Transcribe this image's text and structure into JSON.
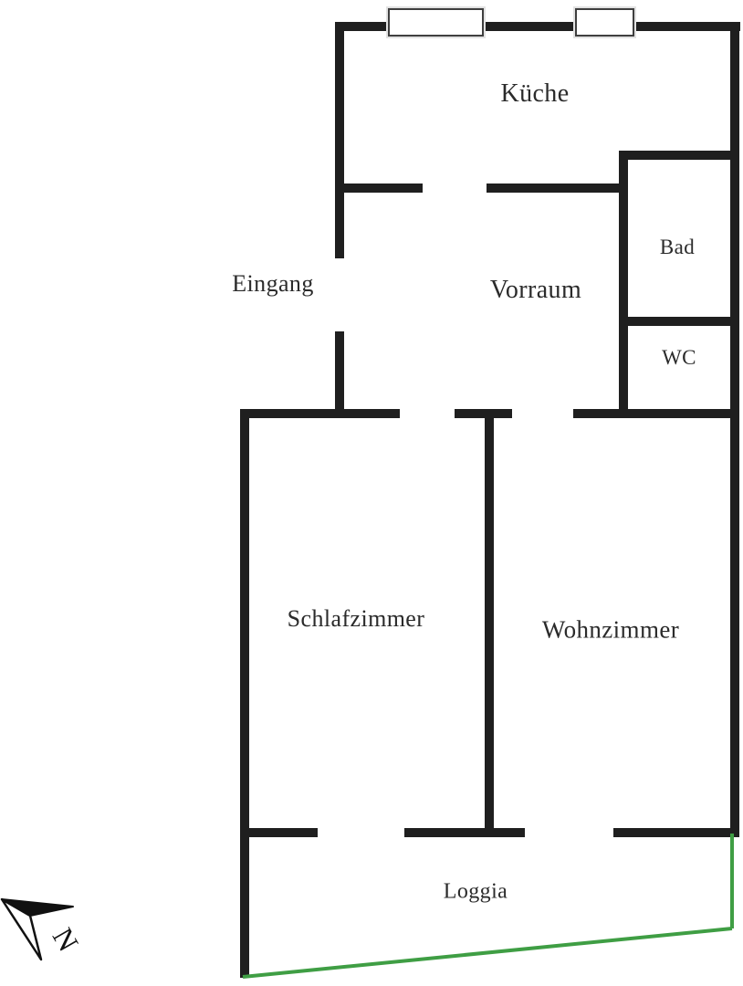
{
  "floorplan": {
    "rooms": {
      "kueche": {
        "label": "Küche"
      },
      "eingang": {
        "label": "Eingang"
      },
      "vorraum": {
        "label": "Vorraum"
      },
      "bad": {
        "label": "Bad"
      },
      "wc": {
        "label": "WC"
      },
      "schlafzimmer": {
        "label": "Schlafzimmer"
      },
      "wohnzimmer": {
        "label": "Wohnzimmer"
      },
      "loggia": {
        "label": "Loggia"
      }
    },
    "compass": {
      "north_label": "N"
    },
    "window_count": 2,
    "colors": {
      "wall": "#1f1f1f",
      "loggia_boundary": "#3f9e44",
      "label_text": "#2b2b2b",
      "background": "#ffffff"
    }
  }
}
